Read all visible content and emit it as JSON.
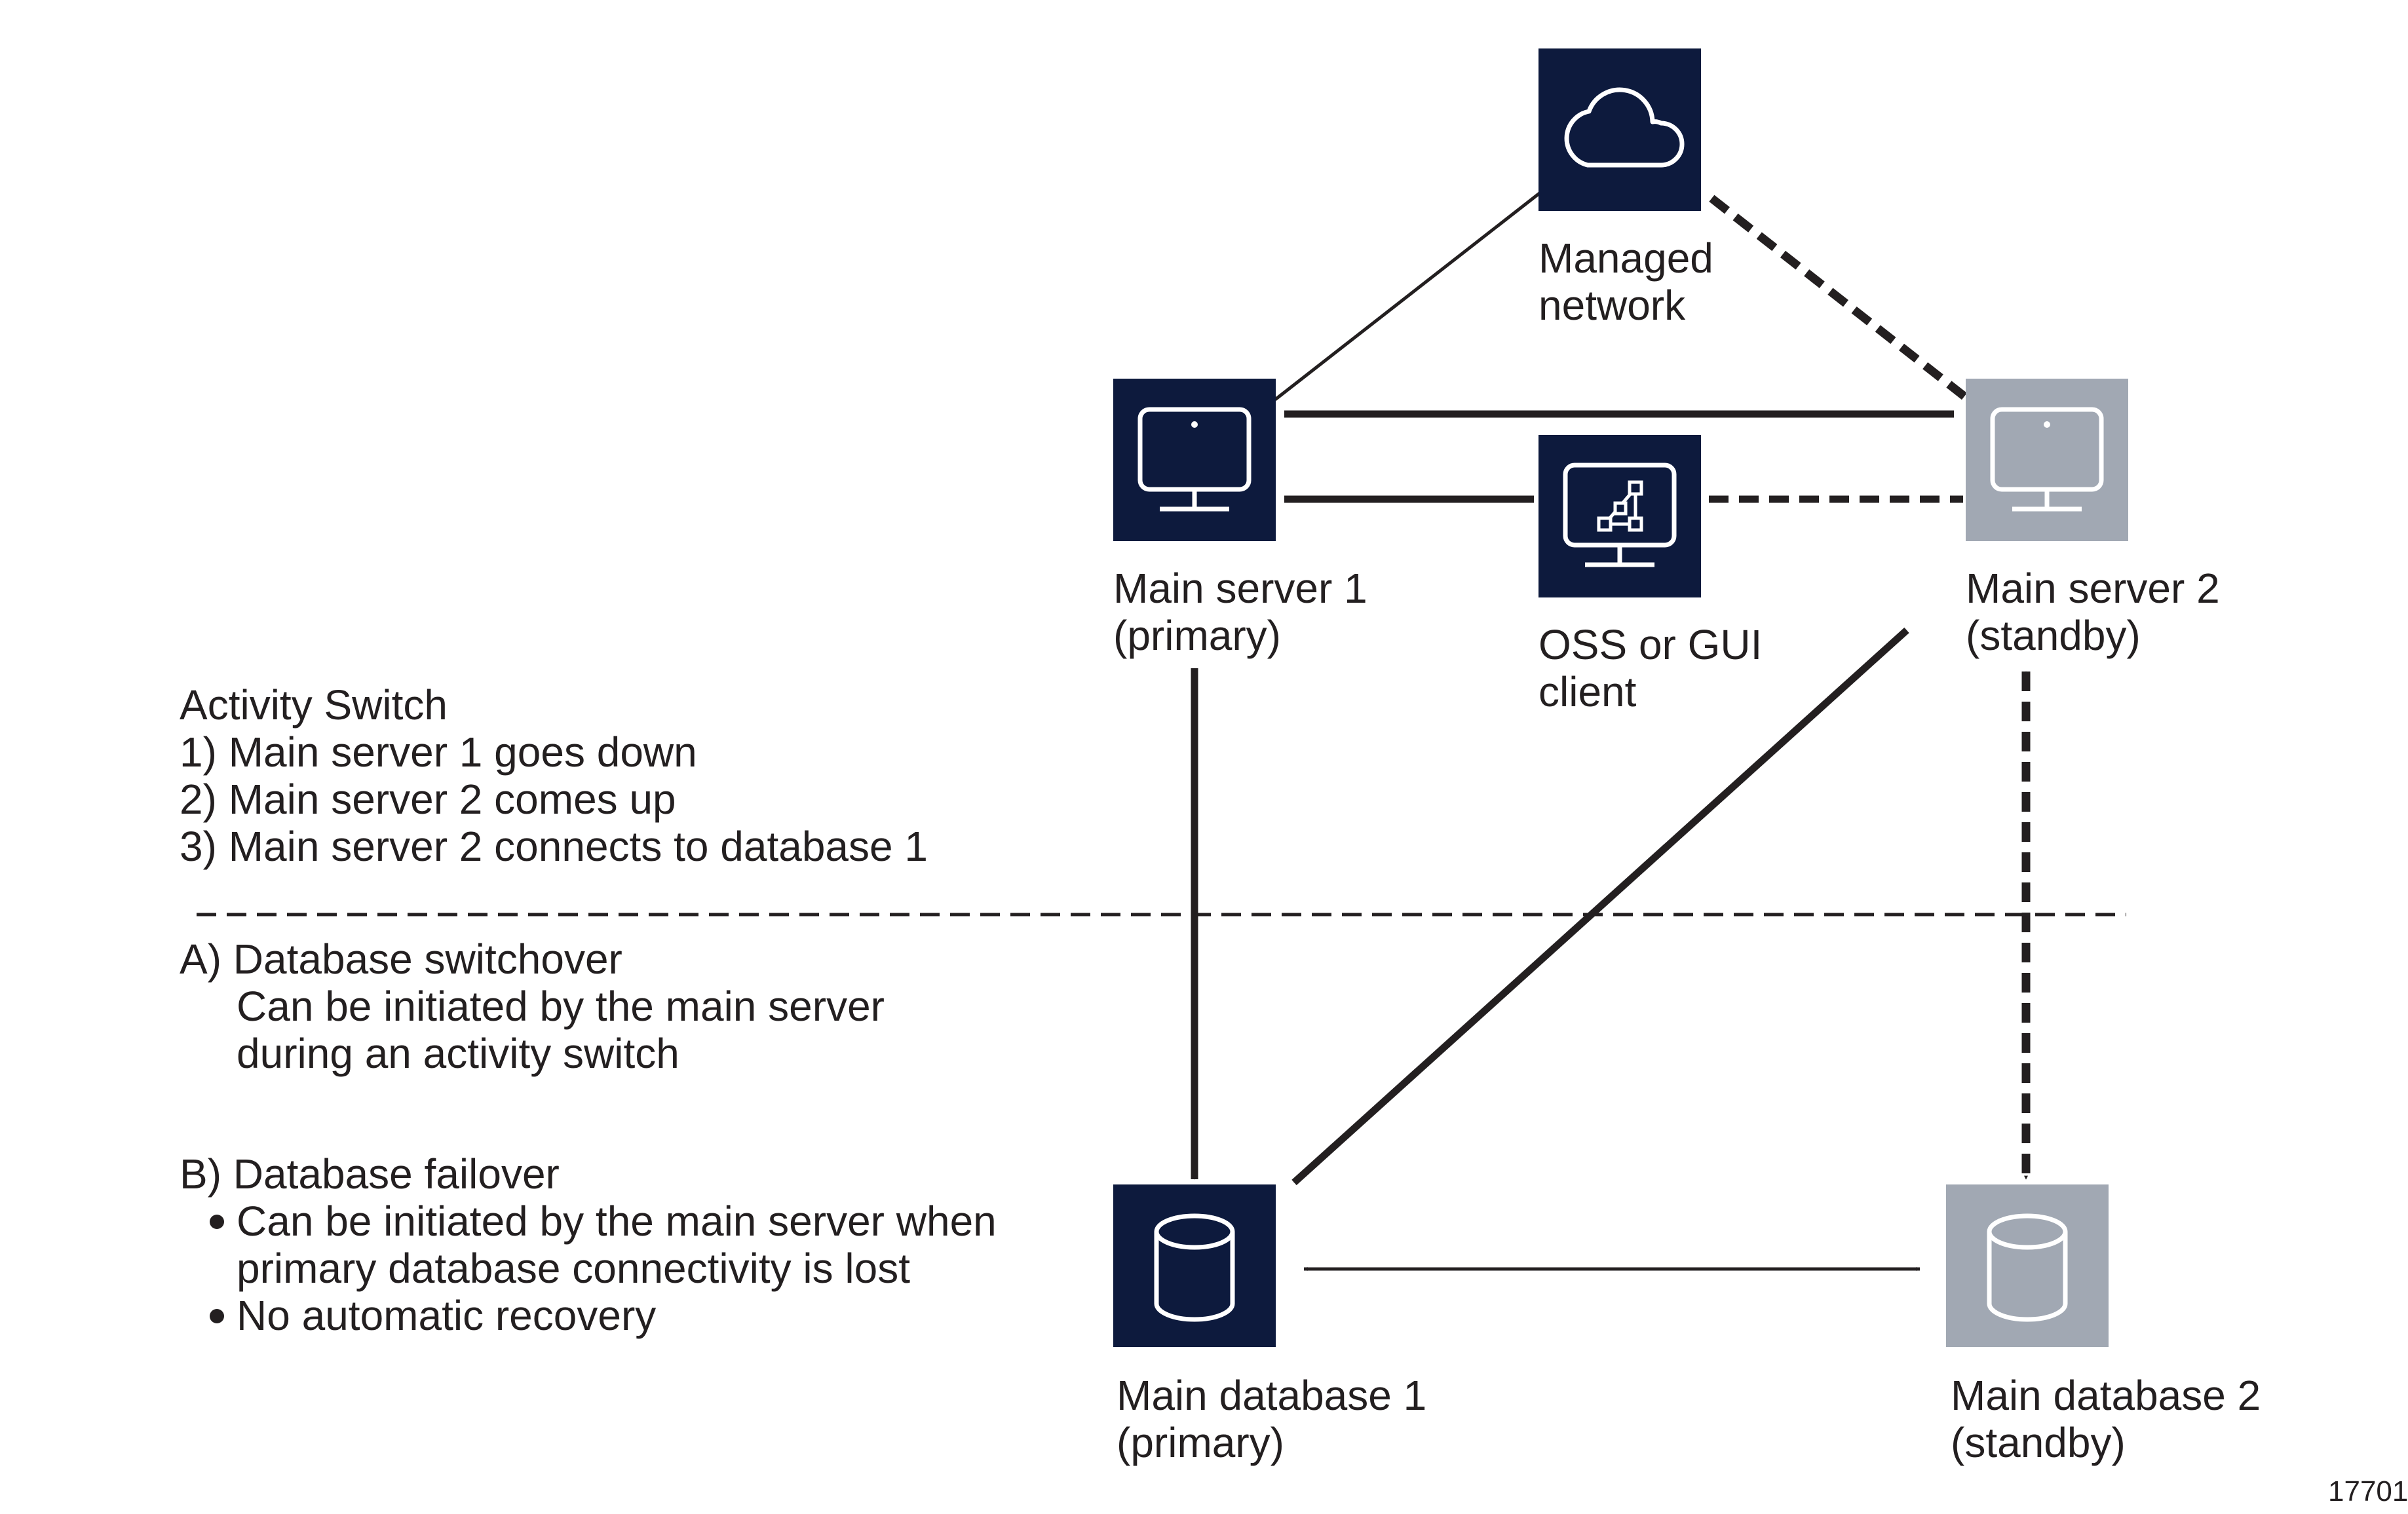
{
  "colors": {
    "primary_box": "#0d1a3d",
    "standby_box": "#a1a8b3",
    "line": "#231f20",
    "icon_stroke": "#ffffff"
  },
  "icons": {
    "managed_network": "cloud-icon",
    "main_server_1": "monitor-icon",
    "main_server_2": "monitor-icon",
    "oss_gui_client": "topology-monitor-icon",
    "main_database_1": "database-cylinder-icon",
    "main_database_2": "database-cylinder-icon"
  },
  "nodes": {
    "managed_network": {
      "line1": "Managed",
      "line2": "network"
    },
    "main_server_1": {
      "line1": "Main server 1",
      "line2": "(primary)"
    },
    "oss_gui_client": {
      "line1": "OSS or GUI",
      "line2": "client"
    },
    "main_server_2": {
      "line1": "Main server 2",
      "line2": "(standby)"
    },
    "main_database_1": {
      "line1": "Main database 1",
      "line2": "(primary)"
    },
    "main_database_2": {
      "line1": "Main database 2",
      "line2": "(standby)"
    }
  },
  "notes": {
    "activity_switch": {
      "title": "Activity Switch",
      "steps": [
        "1) Main server 1 goes down",
        "2) Main server 2 comes up",
        "3) Main server 2 connects to database 1"
      ]
    },
    "switchover": {
      "title": "A) Database switchover",
      "lines": [
        "Can be initiated by the main server",
        "during an activity switch"
      ]
    },
    "failover": {
      "title": "B) Database failover",
      "bullet1_line1": "Can be initiated by the main server when",
      "bullet1_line2": "primary database connectivity is lost",
      "bullet2": "No automatic recovery"
    }
  },
  "figure_id": "17701"
}
